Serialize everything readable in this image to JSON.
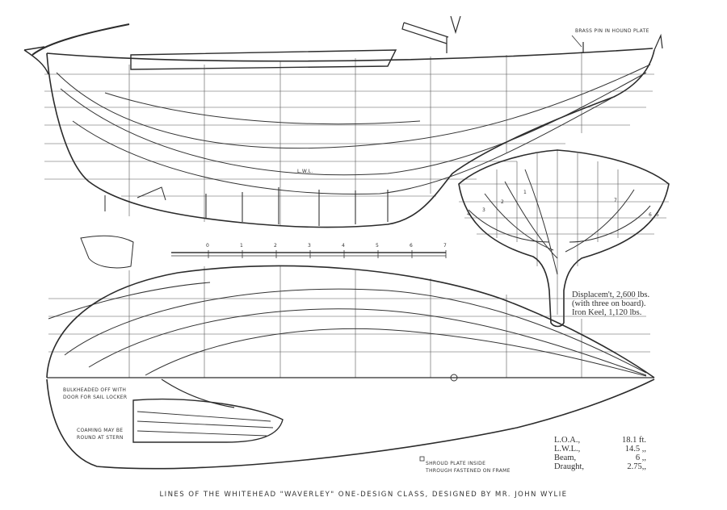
{
  "caption": "LINES OF THE WHITEHEAD \"WAVERLEY\" ONE-DESIGN CLASS, DESIGNED BY MR. JOHN WYLIE",
  "displacement_note": {
    "line1": "Displacem't, 2,600 lbs.",
    "line2": "(with three on board).",
    "line3": "Iron Keel,  1,120 lbs."
  },
  "dimensions": [
    {
      "label": "L.O.A.,",
      "value": "18.1 ft."
    },
    {
      "label": "L.W.L.,",
      "value": "14.5 ,,"
    },
    {
      "label": "Beam,",
      "value": "6 ,,"
    },
    {
      "label": "Draught,",
      "value": "2.75,,"
    }
  ],
  "annotations": {
    "brass_pin": "BRASS PIN IN HOUND PLATE",
    "bulkhead_1": "BULKHEADED OFF WITH",
    "bulkhead_2": "DOOR FOR SAIL LOCKER",
    "coaming_1": "COAMING MAY BE",
    "coaming_2": "ROUND AT STERN",
    "shroud_1": "SHROUD PLATE INSIDE",
    "shroud_2": "THROUGH FASTENED ON FRAME",
    "lwl_mark": "L.W.L."
  },
  "scale_numbers": [
    "0",
    "1",
    "2",
    "3",
    "4",
    "5",
    "6",
    "7"
  ],
  "section_numbers": [
    "4",
    "3",
    "2",
    "1",
    "7",
    "6",
    "5"
  ],
  "ink_color": "#2b2b2b"
}
